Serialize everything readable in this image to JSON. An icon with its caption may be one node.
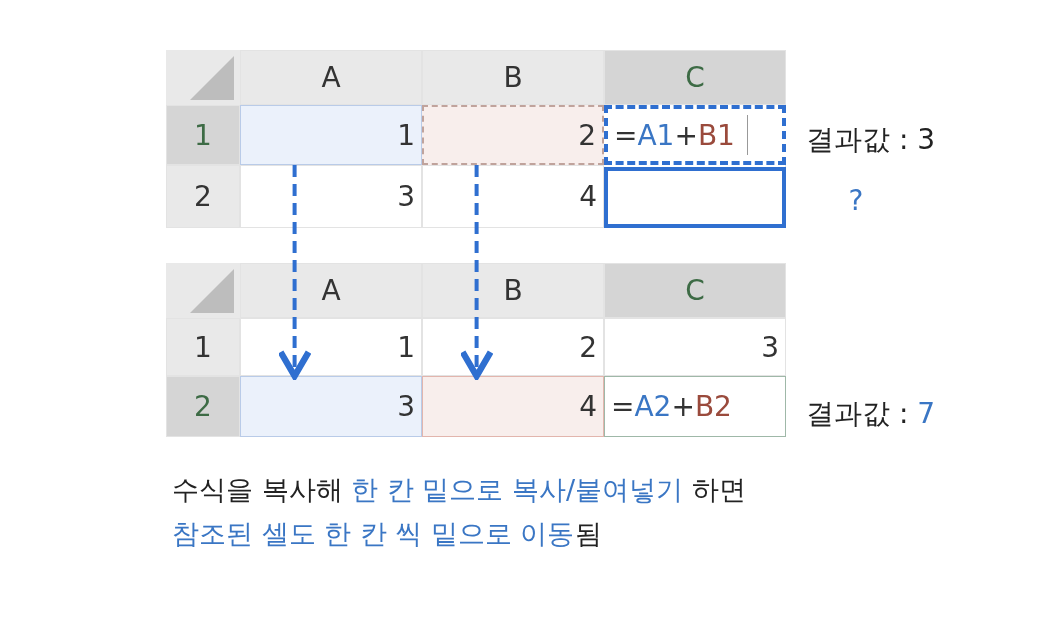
{
  "diagram": {
    "caption": "수식을 복사해 **한 칸 밑으로 복사/붙여넣기** 하면 **참조된 셀도 한 칸 씩 밑으로 이동**됨",
    "nodes": [
      {
        "text": [
          "1"
        ]
      },
      {
        "text": [
          "2"
        ]
      },
      {
        "text": [
          "3"
        ]
      },
      {
        "text": [
          "4"
        ]
      }
    ],
    "edges": [
      {
        "from": 0,
        "to": 2,
        "arrow": "to",
        "style": "dashed"
      },
      {
        "from": 1,
        "to": 3,
        "arrow": "to",
        "style": "dashed"
      }
    ],
    "labels": [
      "A",
      "B",
      "C",
      "1",
      "=A1+B1",
      "결과값 : 3",
      "2",
      "3",
      "4",
      "?",
      "A",
      "B",
      "C",
      "1",
      "1",
      "2",
      "3",
      "2",
      "=A2+B2",
      "결과값 : 7"
    ]
  }
}
